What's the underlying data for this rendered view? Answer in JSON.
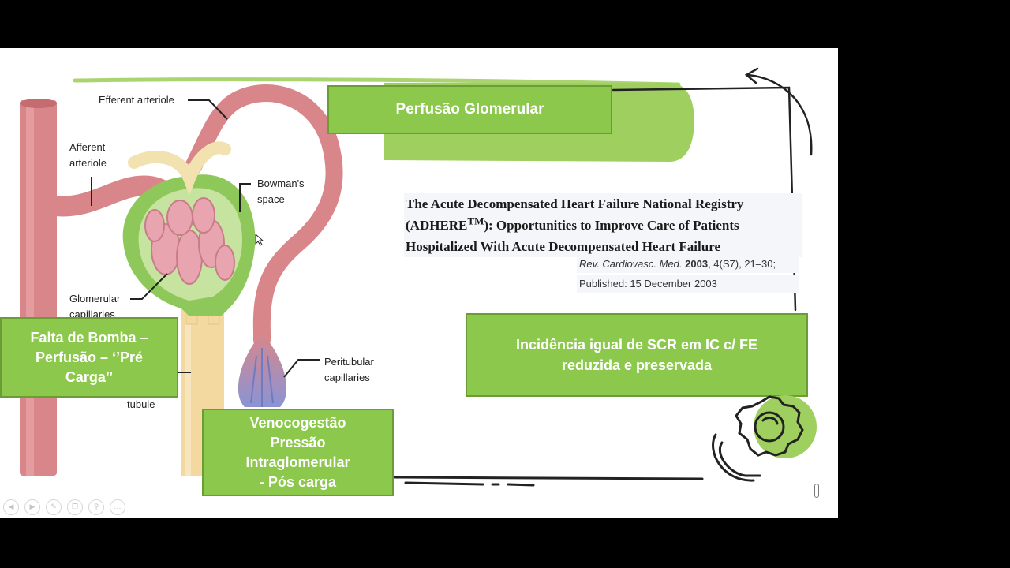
{
  "labels": {
    "efferent": "Efferent arteriole",
    "afferent": "Afferent\narteriole",
    "bowmans": "Bowman's\nspace",
    "glomerular_capillaries": "Glomerular\ncapillaries",
    "peritubular": "Peritubular\ncapillaries",
    "tubule": "tubule"
  },
  "boxes": {
    "perfusao": "Perfusão Glomerular",
    "falta_bomba": "Falta de Bomba –\nPerfusão – ‘’Pré\nCarga’’",
    "venocongestao": "Venocogestão\nPressão\nIntraglomerular\n- Pós carga",
    "incidencia": "Incidência igual de SCR em IC c/ FE\nreduzida e preservada"
  },
  "reference": {
    "title_pre": "The Acute Decompensated Heart Failure National Registry (ADHERE",
    "title_sup": "TM",
    "title_post": "): Opportunities to Improve Care of Patients Hospitalized With Acute Decompensated Heart Failure",
    "journal": "Rev. Cardiovasc. Med.",
    "year": "2003",
    "volume": ", 4(S7), 21–30;",
    "published": "Published: 15 December 2003"
  },
  "colors": {
    "box_green": "#8cc84b",
    "vessel_red": "#d9868a",
    "capsule_green": "#8fc85a",
    "tubule_yellow": "#f3d9a0"
  },
  "icons": {
    "gear": "gear-icon",
    "toolbar": [
      "prev-icon",
      "next-icon",
      "pen-icon",
      "copy-icon",
      "zoom-icon",
      "more-icon"
    ]
  }
}
